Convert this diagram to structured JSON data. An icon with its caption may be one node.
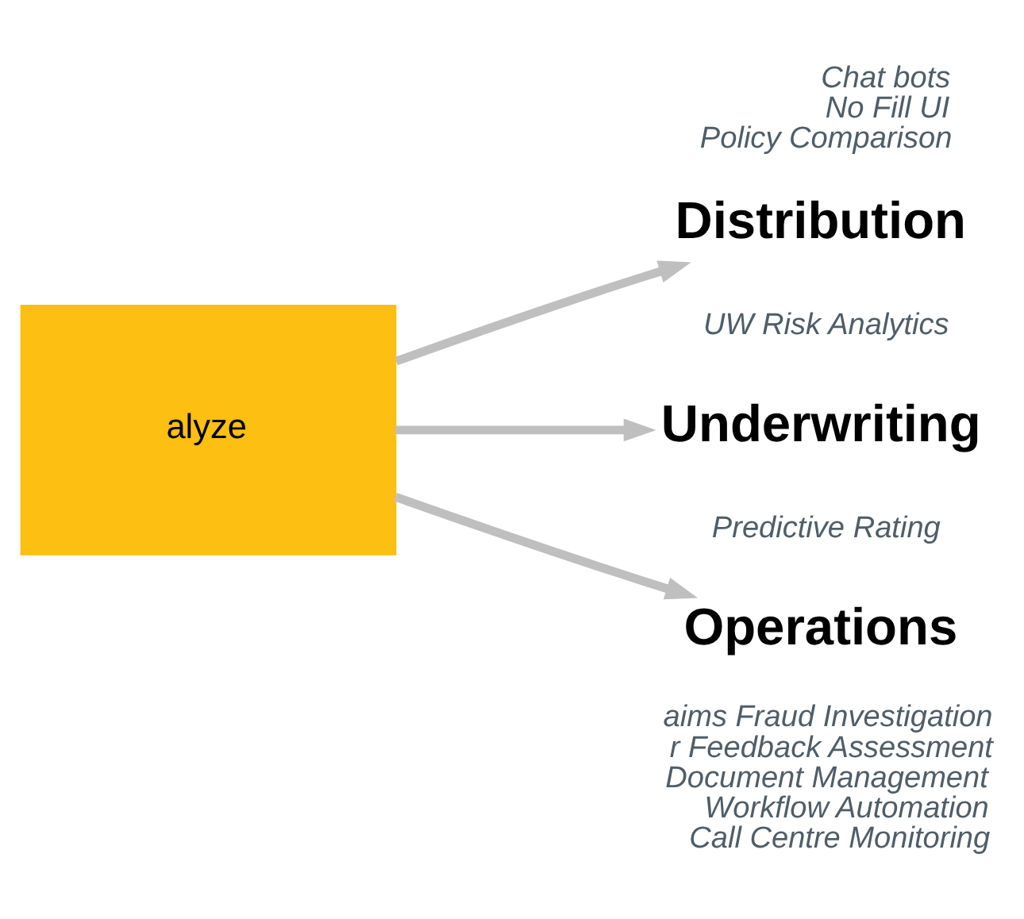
{
  "diagram": {
    "nodes": [
      {
        "text": [
          "alyze"
        ]
      },
      {
        "text": [
          "Distribution"
        ],
        "beside": [
          "Chat bots",
          "No Fill UI",
          "Policy Comparison"
        ]
      },
      {
        "text": [
          "Underwriting"
        ],
        "beside": [
          "UW Risk Analytics",
          "Predictive Rating"
        ]
      },
      {
        "text": [
          "Operations"
        ],
        "beside": [
          "aims Fraud Investigation",
          "r Feedback Assessment",
          "Document Management",
          "Workflow Automation",
          "Call Centre Monitoring"
        ]
      }
    ],
    "edges": [
      {
        "from": 0,
        "to": 1,
        "arrow": "to"
      },
      {
        "from": 0,
        "to": 2,
        "arrow": "to"
      },
      {
        "from": 0,
        "to": 3,
        "arrow": "to"
      }
    ]
  }
}
